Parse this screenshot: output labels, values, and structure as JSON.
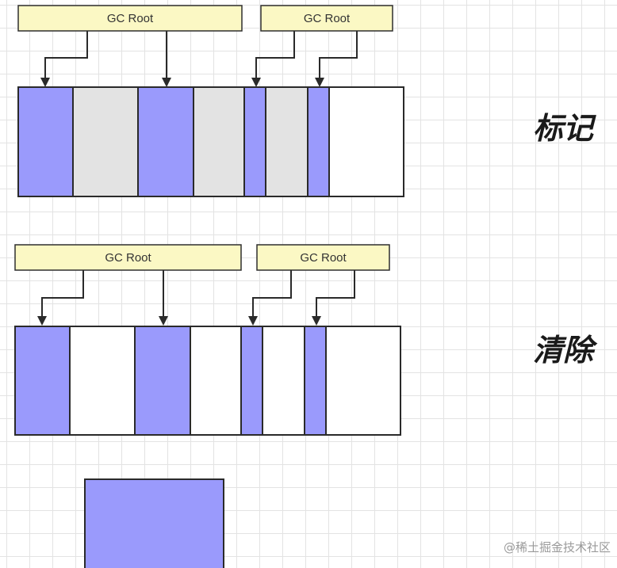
{
  "colors": {
    "root_fill": "#fbf8c4",
    "root_stroke": "#2f2f2f",
    "live": "#9a9afc",
    "garbage": "#e3e3e3",
    "free": "#ffffff",
    "outline": "#2a2a2a"
  },
  "watermark": "@稀土掘金技术社区",
  "stages": [
    {
      "name": "标记",
      "roots": [
        {
          "label": "GC Root",
          "targets": [
            0,
            2
          ]
        },
        {
          "label": "GC Root",
          "targets": [
            4,
            6
          ]
        }
      ],
      "blocks": [
        {
          "state": "live"
        },
        {
          "state": "garbage"
        },
        {
          "state": "live"
        },
        {
          "state": "garbage"
        },
        {
          "state": "live"
        },
        {
          "state": "garbage"
        },
        {
          "state": "live"
        },
        {
          "state": "free"
        }
      ]
    },
    {
      "name": "清除",
      "roots": [
        {
          "label": "GC Root",
          "targets": [
            0,
            2
          ]
        },
        {
          "label": "GC Root",
          "targets": [
            4,
            6
          ]
        }
      ],
      "blocks": [
        {
          "state": "live"
        },
        {
          "state": "free"
        },
        {
          "state": "live"
        },
        {
          "state": "free"
        },
        {
          "state": "live"
        },
        {
          "state": "free"
        },
        {
          "state": "live"
        },
        {
          "state": "free"
        }
      ]
    },
    {
      "name": "",
      "roots": [],
      "blocks": [
        {
          "state": "live"
        }
      ]
    }
  ]
}
